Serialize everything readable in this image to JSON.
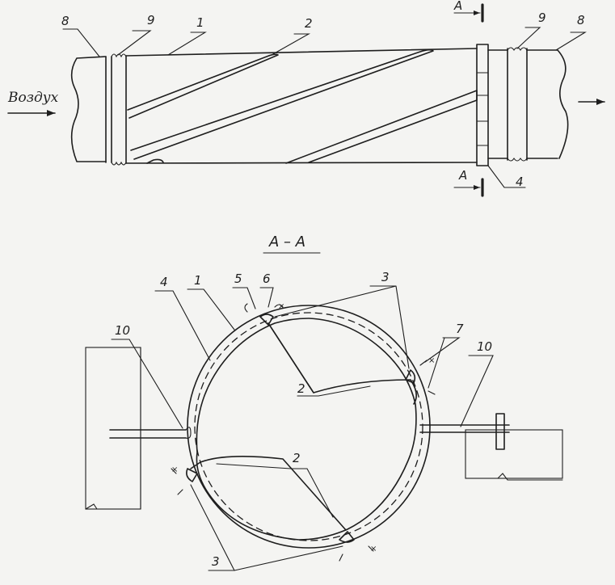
{
  "top_view": {
    "air_label": "Воздух",
    "section_marker_top": "A",
    "section_marker_bottom": "A",
    "labels": {
      "flange_left": "8",
      "bellows_left": "9",
      "pipe": "1",
      "spiral": "2",
      "bellows_right": "9",
      "flange_right": "8",
      "ring": "4"
    }
  },
  "section_view": {
    "title": "А – А",
    "labels": {
      "ring": "4",
      "pipe": "1",
      "weld5": "5",
      "weld6": "6",
      "rib_top": "3",
      "clamp": "7",
      "support_left": "10",
      "support_right": "10",
      "blade_upper": "2",
      "blade_lower": "2",
      "rib_bottom": "3"
    }
  }
}
